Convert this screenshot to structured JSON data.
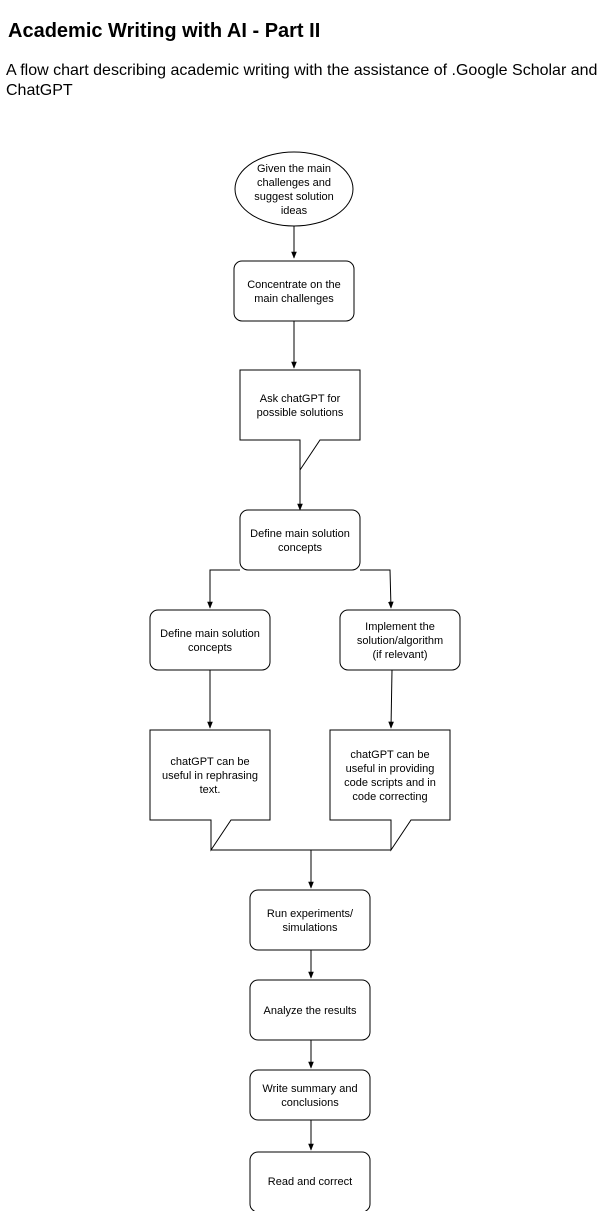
{
  "page": {
    "title": "Academic Writing with AI - Part II",
    "subtitle": "A flow chart describing academic writing with the assistance of .Google Scholar and ChatGPT"
  },
  "nodes": {
    "start": [
      "Given the main",
      "challenges and",
      "suggest solution",
      "ideas"
    ],
    "concentrate": [
      "Concentrate on the",
      "main challenges"
    ],
    "ask_chatgpt": [
      "Ask chatGPT for",
      "possible solutions"
    ],
    "define_concepts": [
      "Define main solution",
      "concepts"
    ],
    "define_concepts_left": [
      "Define main solution",
      "concepts"
    ],
    "implement": [
      "Implement the",
      "solution/algorithm",
      "(if relevant)"
    ],
    "note_rephrase": [
      "chatGPT can be",
      "useful in rephrasing",
      "text."
    ],
    "note_code": [
      "chatGPT can be",
      "useful in providing",
      "code scripts and in",
      "code correcting"
    ],
    "run_experiments": [
      "Run experiments/",
      "simulations"
    ],
    "analyze": [
      "Analyze the results"
    ],
    "summary": [
      "Write summary and",
      "conclusions"
    ],
    "read_correct": [
      "Read and correct"
    ]
  }
}
